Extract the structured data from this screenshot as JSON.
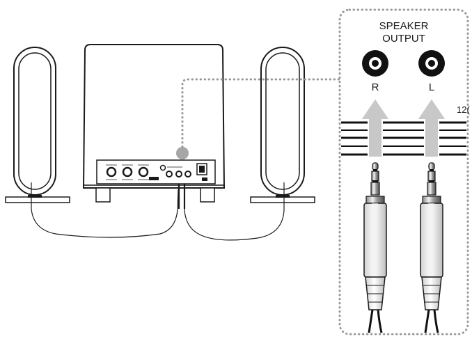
{
  "inset": {
    "title_line1": "SPEAKER",
    "title_line2": "OUTPUT",
    "jack_right_label": "R",
    "jack_left_label": "L",
    "voltage_label_partial": "12("
  },
  "colors": {
    "line": "#1a1a1a",
    "dotted_border": "#9a9a9a",
    "highlight_dot": "#a6a6a6",
    "arrow_fill": "#c8c8c8"
  },
  "icons": {
    "left_speaker": "satellite-speaker-icon",
    "right_speaker": "satellite-speaker-icon",
    "subwoofer": "subwoofer-icon",
    "jack": "rca-jack-icon",
    "plug": "audio-plug-icon"
  }
}
